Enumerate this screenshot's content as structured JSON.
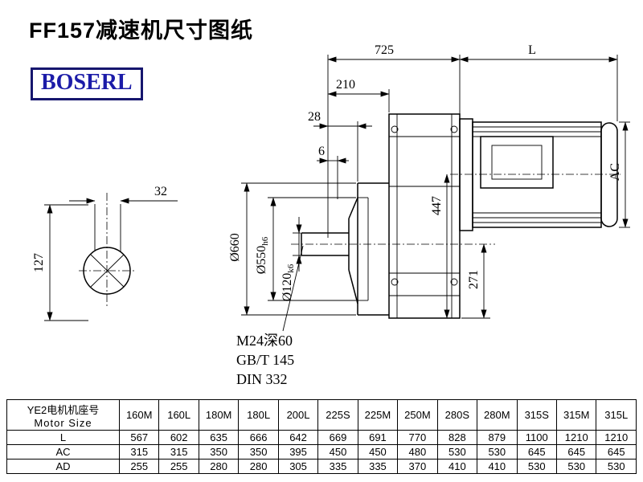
{
  "page": {
    "title": "FF157减速机尺寸图纸",
    "logo_text": "BOSERL"
  },
  "drawing": {
    "dims": {
      "total_725": "725",
      "motor_L": "L",
      "d210": "210",
      "d28": "28",
      "d6": "6",
      "motor_AC": "AC",
      "d447": "447",
      "d271": "271",
      "d32": "32",
      "d127": "127",
      "flange_od": "Ø660",
      "spigot_d": "Ø550",
      "spigot_tol": "h6",
      "shaft_d": "Ø120",
      "shaft_tol": "k6",
      "tap_note": "M24深60",
      "std1": "GB/T 145",
      "std2": "DIN 332"
    }
  },
  "table": {
    "header_line1": "YE2电机机座号",
    "header_line2": "Motor Size",
    "columns": [
      "160M",
      "160L",
      "180M",
      "180L",
      "200L",
      "225S",
      "225M",
      "250M",
      "280S",
      "280M",
      "315S",
      "315M",
      "315L"
    ],
    "rows": [
      {
        "label": "L",
        "values": [
          "567",
          "602",
          "635",
          "666",
          "642",
          "669",
          "691",
          "770",
          "828",
          "879",
          "1100",
          "1210",
          "1210"
        ]
      },
      {
        "label": "AC",
        "values": [
          "315",
          "315",
          "350",
          "350",
          "395",
          "450",
          "450",
          "480",
          "530",
          "530",
          "645",
          "645",
          "645"
        ]
      },
      {
        "label": "AD",
        "values": [
          "255",
          "255",
          "280",
          "280",
          "305",
          "335",
          "335",
          "370",
          "410",
          "410",
          "530",
          "530",
          "530"
        ]
      }
    ]
  }
}
